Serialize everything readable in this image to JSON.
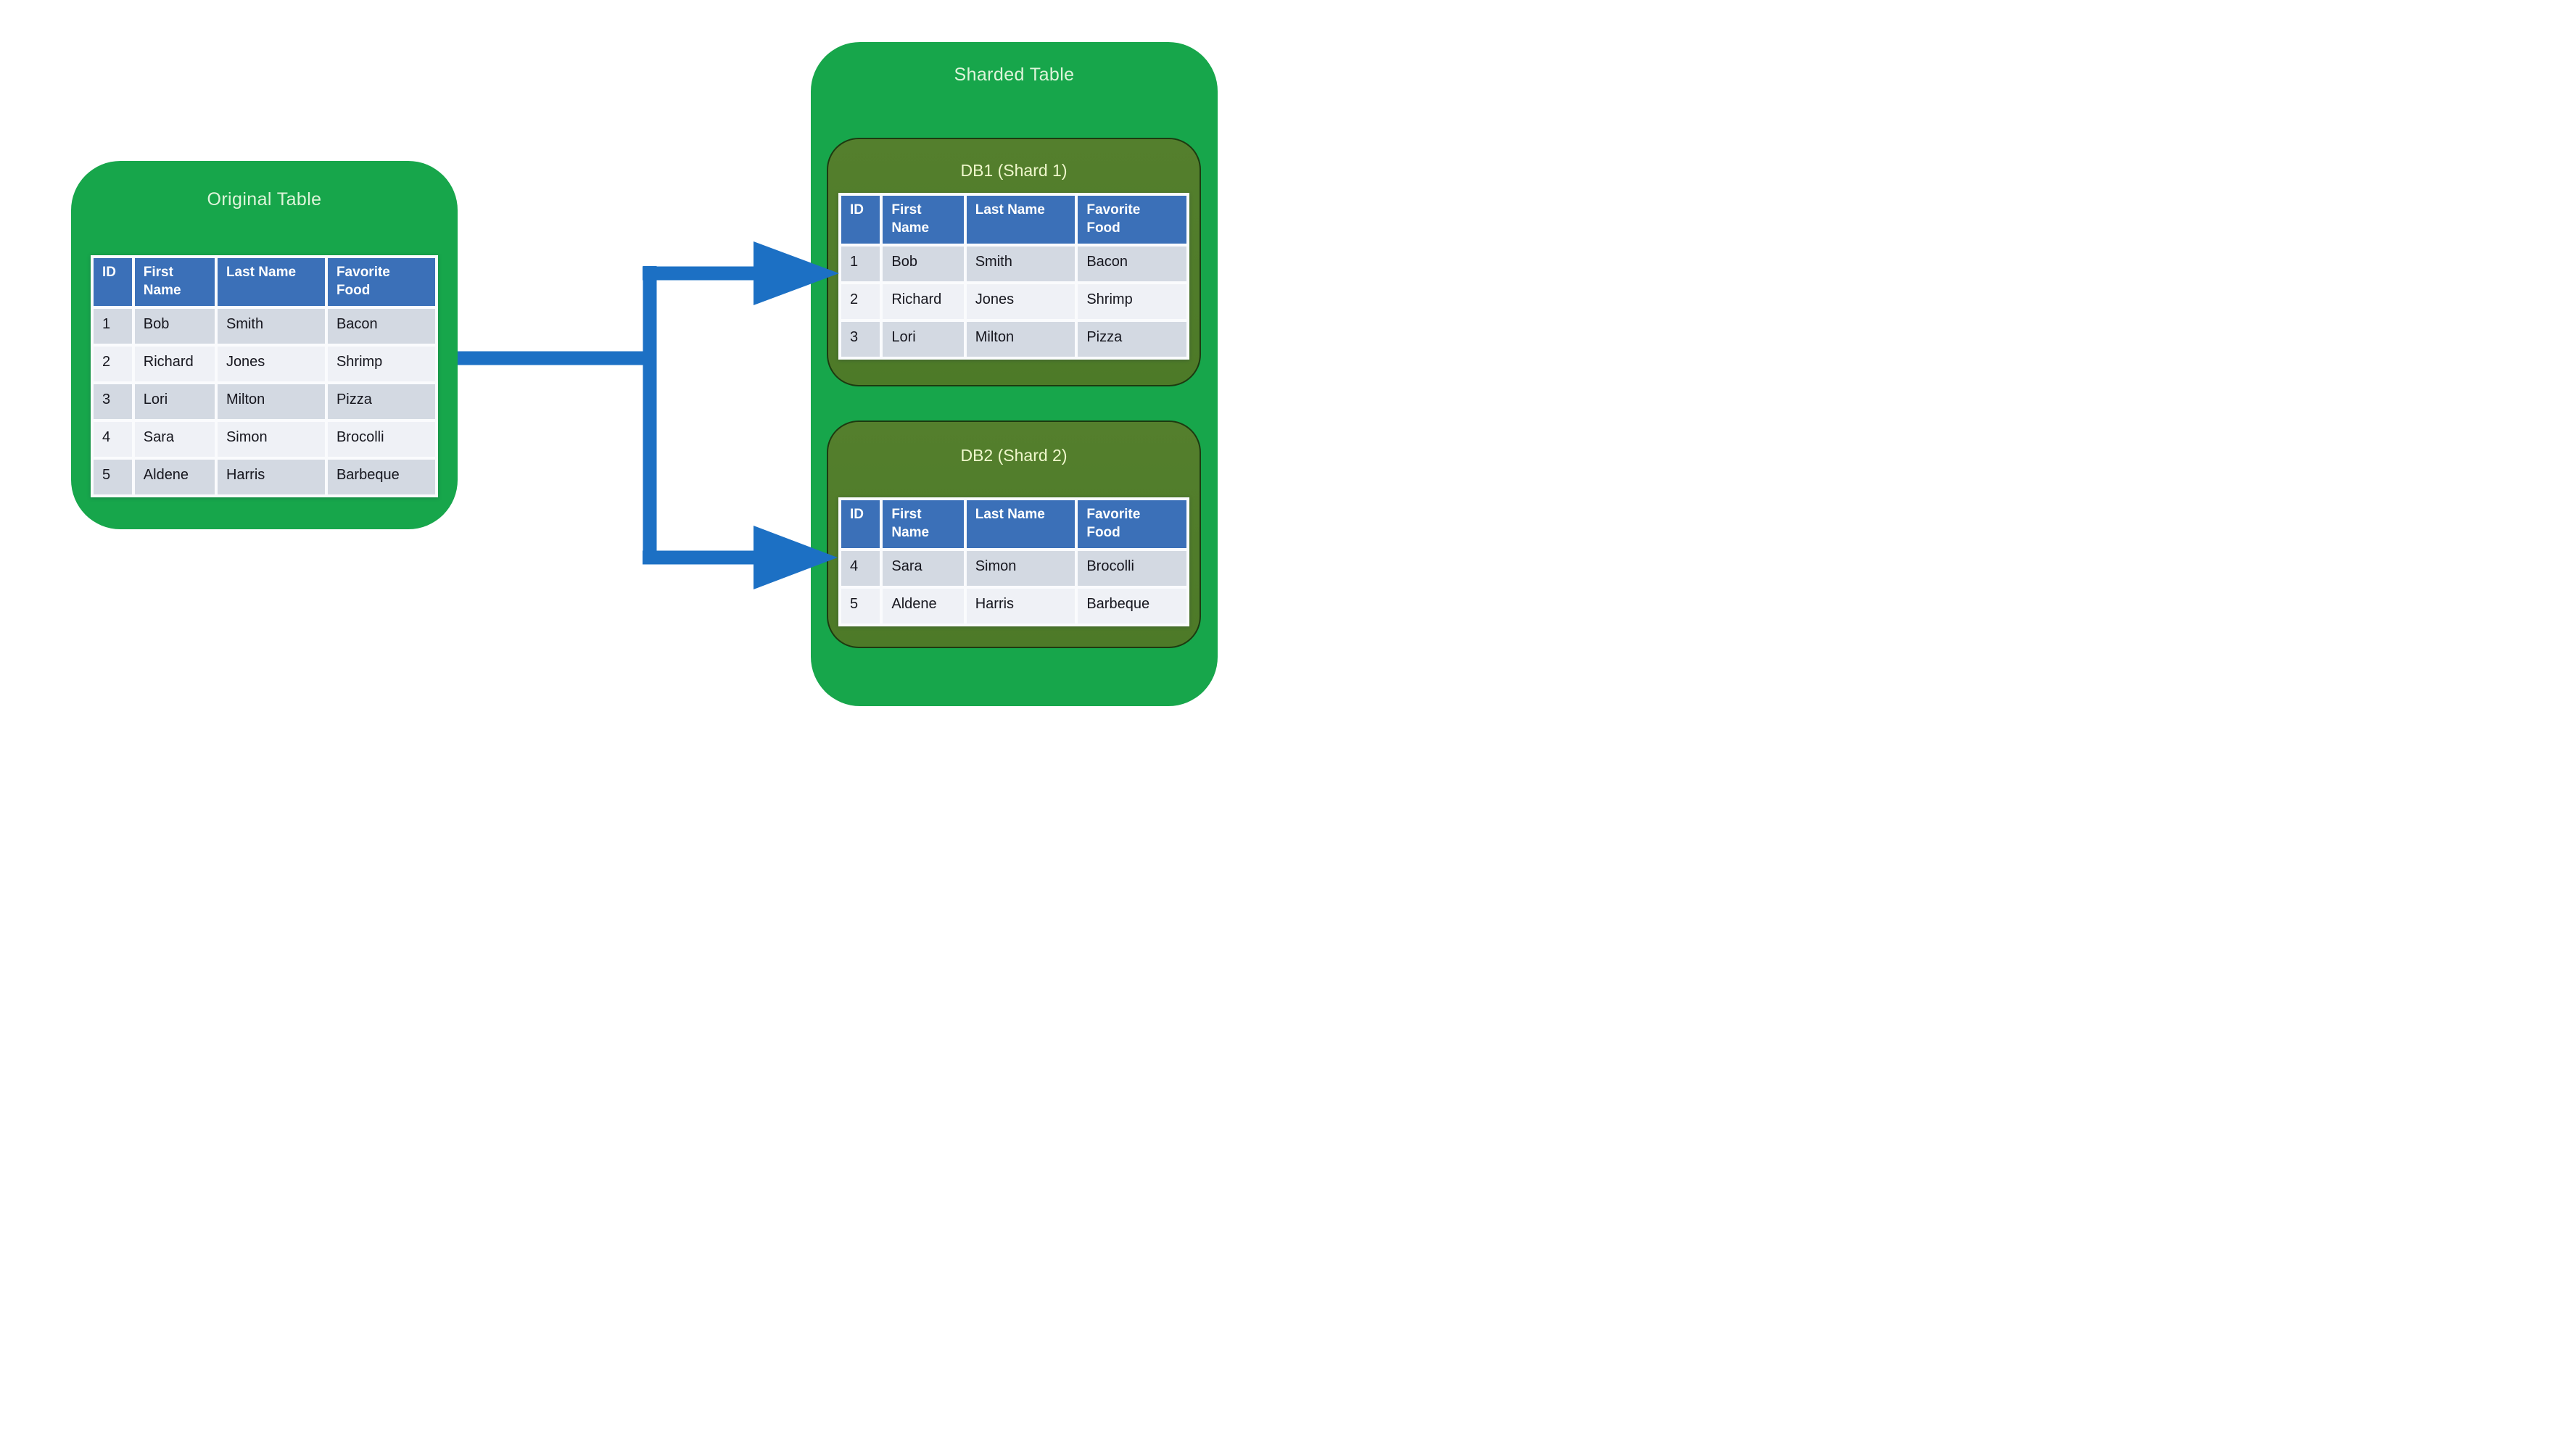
{
  "columns": [
    "ID",
    "First Name",
    "Last Name",
    "Favorite Food"
  ],
  "original": {
    "title": "Original Table",
    "rows": [
      [
        "1",
        "Bob",
        "Smith",
        "Bacon"
      ],
      [
        "2",
        "Richard",
        "Jones",
        "Shrimp"
      ],
      [
        "3",
        "Lori",
        "Milton",
        "Pizza"
      ],
      [
        "4",
        "Sara",
        "Simon",
        "Brocolli"
      ],
      [
        "5",
        "Aldene",
        "Harris",
        "Barbeque"
      ]
    ]
  },
  "sharded": {
    "title": "Sharded Table",
    "shards": [
      {
        "title": "DB1 (Shard 1)",
        "rows": [
          [
            "1",
            "Bob",
            "Smith",
            "Bacon"
          ],
          [
            "2",
            "Richard",
            "Jones",
            "Shrimp"
          ],
          [
            "3",
            "Lori",
            "Milton",
            "Pizza"
          ]
        ]
      },
      {
        "title": "DB2 (Shard 2)",
        "rows": [
          [
            "4",
            "Sara",
            "Simon",
            "Brocolli"
          ],
          [
            "5",
            "Aldene",
            "Harris",
            "Barbeque"
          ]
        ]
      }
    ]
  },
  "theme": {
    "canvas_bg": "#ffffff",
    "panel_green": "#17a64b",
    "shard_green": "#507d2a",
    "shard_border": "#1d3a10",
    "header_blue": "#3b70b8",
    "row_gray": "#d3d9e2",
    "row_white": "#eff1f6",
    "cell_text": "#16161e",
    "header_text": "#ffffff",
    "panel_title_text": "#def4da",
    "shard_title_text": "#eff7cc",
    "arrow_blue": "#1c70c4",
    "table_frame": "#fafbfd"
  }
}
